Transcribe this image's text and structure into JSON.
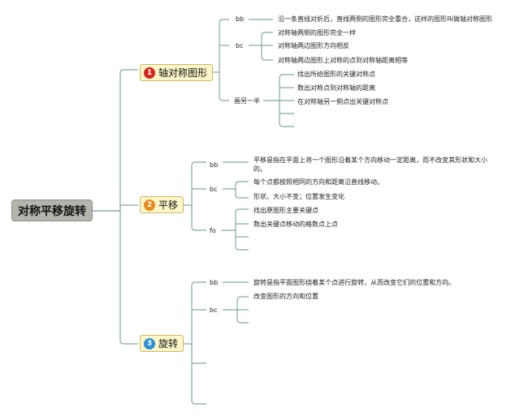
{
  "root": {
    "label": "对称平移旋转"
  },
  "branches": [
    {
      "number": "1",
      "color": "#d4261c",
      "label": "轴对称图形",
      "groups": [
        {
          "key": "bb",
          "items": [
            "沿一条直线对折后，直线两侧的图形完全重合，这样的图形叫做轴对称图形"
          ]
        },
        {
          "key": "bc",
          "items": [
            "对称轴两侧的图形完全一样",
            "对称轴两边图形方向相反",
            "对称轴两边图形上对称的点到对称轴距离相等"
          ]
        },
        {
          "key": "画另一半",
          "items": [
            "找出所给图形的关键对称点",
            "数出对称点到对称轴的距离",
            "在对称轴另一侧点出关键对称点",
            "",
            ""
          ]
        }
      ]
    },
    {
      "number": "2",
      "color": "#e88a1a",
      "label": "平移",
      "groups": [
        {
          "key": "bb",
          "items": [
            "平移是指在平面上将一个图形沿着某个方向移动一定距离，而不改变其形状和大小的。"
          ]
        },
        {
          "key": "bc",
          "items": [
            "每个点都按照相同的方向和距离沿直线移动。",
            "形状、大小不变；位置发生变化"
          ]
        },
        {
          "key": "fo",
          "items": [
            "找出原图形主要关键点",
            "数出关键点移动的格数点上点",
            "",
            ""
          ]
        }
      ]
    },
    {
      "number": "3",
      "color": "#2b8fd6",
      "label": "旋转",
      "groups": [
        {
          "key": "bb",
          "items": [
            "旋转是指平面图形绕着某个点进行旋转，从而改变它们的位置和方向。"
          ]
        },
        {
          "key": "bc",
          "items": [
            "改变图形的方向和位置",
            "",
            ""
          ]
        },
        {
          "key": "",
          "items": []
        },
        {
          "key": "",
          "items": []
        }
      ]
    }
  ]
}
